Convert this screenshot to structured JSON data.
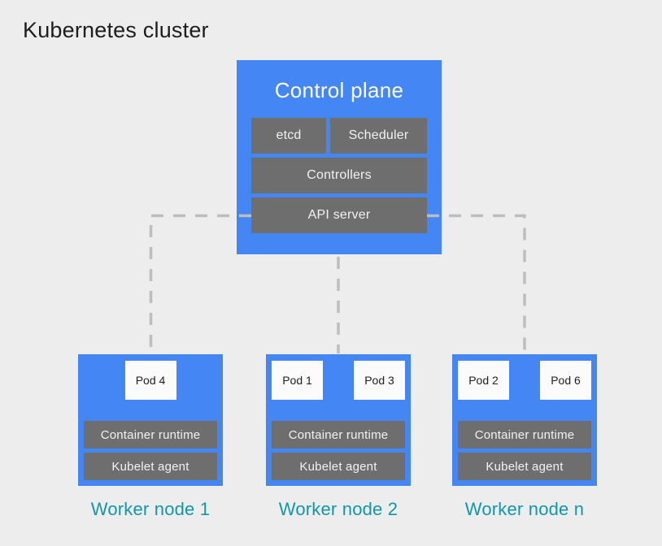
{
  "title": "Kubernetes cluster",
  "control_plane": {
    "title": "Control plane",
    "boxes": {
      "etcd": "etcd",
      "scheduler": "Scheduler",
      "controllers": "Controllers",
      "api_server": "API server"
    }
  },
  "workers": [
    {
      "label": "Worker node 1",
      "pods": [
        "Pod 4"
      ],
      "container_runtime": "Container runtime",
      "kubelet_agent": "Kubelet agent"
    },
    {
      "label": "Worker node 2",
      "pods": [
        "Pod 1",
        "Pod 3"
      ],
      "container_runtime": "Container runtime",
      "kubelet_agent": "Kubelet agent"
    },
    {
      "label": "Worker node n",
      "pods": [
        "Pod 2",
        "Pod 6"
      ],
      "container_runtime": "Container runtime",
      "kubelet_agent": "Kubelet agent"
    }
  ],
  "colors": {
    "background": "#EDEDED",
    "node_blue": "#4486F3",
    "component_gray": "#6E6E6E",
    "pod_white": "#FBFBFB",
    "connector_gray": "#BDBDBD",
    "worker_label_teal": "#0F98AA",
    "title_text": "#1D1D1D"
  }
}
